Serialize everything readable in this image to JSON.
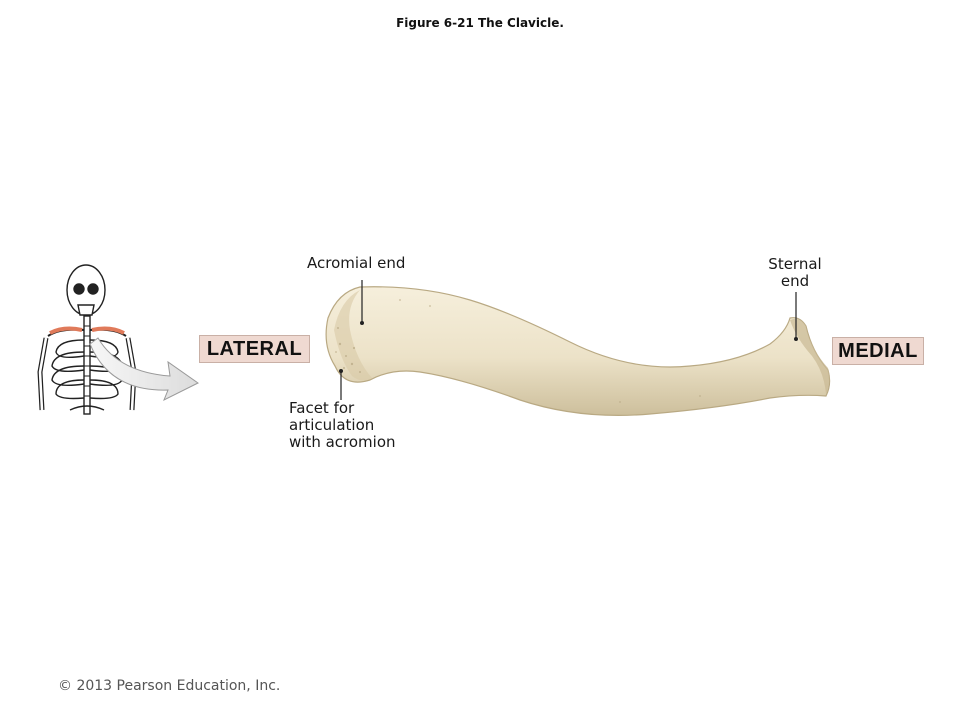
{
  "figure": {
    "title": "Figure 6-21  The Clavicle."
  },
  "labels": {
    "acromial_end": "Acromial end",
    "sternal_end_line1": "Sternal",
    "sternal_end_line2": "end",
    "facet_line1": "Facet for",
    "facet_line2": "articulation",
    "facet_line3": "with acromion"
  },
  "directions": {
    "lateral": "LATERAL",
    "medial": "MEDIAL"
  },
  "footer": {
    "copyright": "© 2013 Pearson Education, Inc."
  },
  "colors": {
    "bone": "#efe6cf",
    "bone_shadow": "#cdbf9c",
    "direction_box": "#efd9d1",
    "clavicle_highlight": "#e07a5a",
    "arrow_fill": "#e9e9e9"
  }
}
